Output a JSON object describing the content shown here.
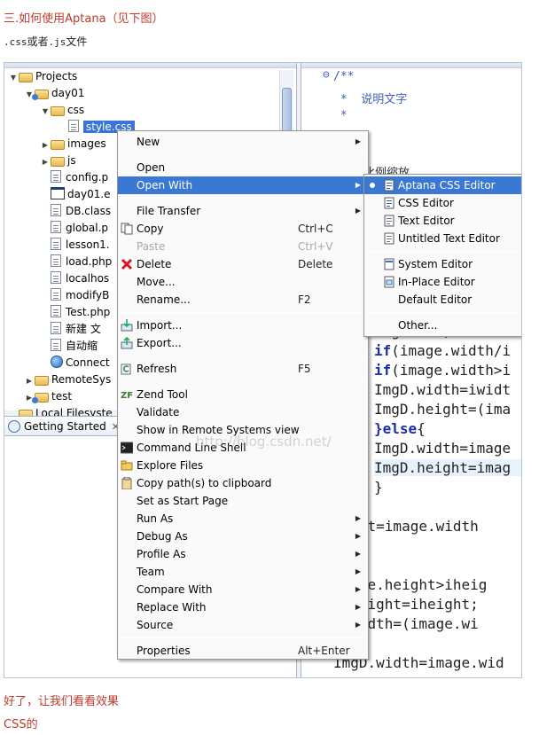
{
  "article": {
    "heading": "三.如何使用Aptana（见下图）",
    "subline_mono": ".css",
    "subline_mid": "或者",
    "subline_mono2": ".js",
    "subline_end": "文件",
    "bottom1": "好了，让我们看看效果",
    "bottom2": "CSS的"
  },
  "explorer": {
    "tree": [
      {
        "label": "Projects",
        "icon": "folder-icon",
        "twisty": "▼"
      },
      {
        "label": "day01",
        "icon": "project-icon",
        "twisty": "▼"
      },
      {
        "label": "css",
        "icon": "folder-icon",
        "twisty": "▼"
      },
      {
        "label": "style.css",
        "icon": "file-icon",
        "twisty": "",
        "selected": true
      },
      {
        "label": "images",
        "icon": "folder-icon",
        "twisty": "▶"
      },
      {
        "label": "js",
        "icon": "folder-icon",
        "twisty": "▶"
      },
      {
        "label": "config.p",
        "icon": "file-icon",
        "twisty": ""
      },
      {
        "label": "day01.e",
        "icon": "window-icon",
        "twisty": ""
      },
      {
        "label": "DB.class",
        "icon": "file-icon",
        "twisty": ""
      },
      {
        "label": "global.p",
        "icon": "file-icon",
        "twisty": ""
      },
      {
        "label": "lesson1.",
        "icon": "file-icon",
        "twisty": ""
      },
      {
        "label": "load.php",
        "icon": "file-icon",
        "twisty": ""
      },
      {
        "label": "localhos",
        "icon": "file-icon",
        "twisty": ""
      },
      {
        "label": "modifyB",
        "icon": "file-icon",
        "twisty": ""
      },
      {
        "label": "Test.php",
        "icon": "file-icon",
        "twisty": ""
      },
      {
        "label": "新建 文",
        "icon": "file-icon",
        "twisty": ""
      },
      {
        "label": "自动缩",
        "icon": "file-icon",
        "twisty": ""
      },
      {
        "label": "Connect",
        "icon": "globe-icon",
        "twisty": ""
      },
      {
        "label": "RemoteSys",
        "icon": "folder-icon",
        "twisty": "▶"
      },
      {
        "label": "test",
        "icon": "project-icon",
        "twisty": "▶"
      },
      {
        "label": "Local Filesyste",
        "icon": "folder-icon",
        "twisty": ""
      }
    ],
    "bottom_tab": "Getting Started",
    "bottom_tab_close": "✕"
  },
  "editor": {
    "comment_lines": [
      "/**",
      " *  说明文字",
      " *"
    ],
    "partial_top": "比例缩放",
    "code_lines": [
      {
        "kw": "",
        "text": "Imgu.src,"
      },
      {
        "kw": "if",
        "text": "(image.width/i"
      },
      {
        "kw": "if",
        "text": "(image.width>i"
      },
      {
        "kw": "",
        "text": "ImgD.width=iwidt"
      },
      {
        "kw": "",
        "text": "ImgD.height=(ima"
      },
      {
        "kw": "}else",
        "text": "{"
      },
      {
        "kw": "",
        "text": "ImgD.width=image"
      },
      {
        "kw": "",
        "text": "ImgD.height=imag"
      },
      {
        "kw": "",
        "text": "}"
      },
      {
        "kw": "",
        "text": ""
      },
      {
        "kw": "",
        "text": ").alt=image.width"
      },
      {
        "kw": "",
        "text": ""
      },
      {
        "kw": "e",
        "text": "{"
      },
      {
        "kw": "",
        "text": "image.height>iheig"
      },
      {
        "kw": "",
        "text": ").height=iheight;"
      },
      {
        "kw": "",
        "text": ").width=(image.wi"
      },
      {
        "kw": "se",
        "text": "{"
      },
      {
        "kw": "",
        "text": "ImgD.width=image.wid"
      }
    ]
  },
  "context_menu": {
    "items": [
      {
        "type": "item",
        "label": "New",
        "accel": "",
        "submenu": true,
        "icon": ""
      },
      {
        "type": "sep"
      },
      {
        "type": "item",
        "label": "Open",
        "accel": "",
        "submenu": false,
        "icon": ""
      },
      {
        "type": "item",
        "label": "Open With",
        "accel": "",
        "submenu": true,
        "icon": "",
        "highlighted": true
      },
      {
        "type": "sep"
      },
      {
        "type": "item",
        "label": "File Transfer",
        "accel": "",
        "submenu": true,
        "icon": ""
      },
      {
        "type": "item",
        "label": "Copy",
        "accel": "Ctrl+C",
        "submenu": false,
        "icon": "copy-icon"
      },
      {
        "type": "item",
        "label": "Paste",
        "accel": "Ctrl+V",
        "submenu": false,
        "icon": "",
        "disabled": true
      },
      {
        "type": "item",
        "label": "Delete",
        "accel": "Delete",
        "submenu": false,
        "icon": "delete-icon"
      },
      {
        "type": "item",
        "label": "Move...",
        "accel": "",
        "submenu": false,
        "icon": ""
      },
      {
        "type": "item",
        "label": "Rename...",
        "accel": "F2",
        "submenu": false,
        "icon": ""
      },
      {
        "type": "sep"
      },
      {
        "type": "item",
        "label": "Import...",
        "accel": "",
        "submenu": false,
        "icon": "import-icon"
      },
      {
        "type": "item",
        "label": "Export...",
        "accel": "",
        "submenu": false,
        "icon": "export-icon"
      },
      {
        "type": "sep"
      },
      {
        "type": "item",
        "label": "Refresh",
        "accel": "F5",
        "submenu": false,
        "icon": "refresh-icon"
      },
      {
        "type": "sep"
      },
      {
        "type": "item",
        "label": "Zend Tool",
        "accel": "",
        "submenu": false,
        "icon": "zend-icon"
      },
      {
        "type": "item",
        "label": "Validate",
        "accel": "",
        "submenu": false,
        "icon": ""
      },
      {
        "type": "item",
        "label": "Show in Remote Systems view",
        "accel": "",
        "submenu": false,
        "icon": ""
      },
      {
        "type": "item",
        "label": "Command Line Shell",
        "accel": "",
        "submenu": false,
        "icon": "terminal-icon"
      },
      {
        "type": "item",
        "label": "Explore Files",
        "accel": "",
        "submenu": false,
        "icon": "explore-icon"
      },
      {
        "type": "item",
        "label": "Copy path(s) to clipboard",
        "accel": "",
        "submenu": false,
        "icon": "clipboard-icon"
      },
      {
        "type": "item",
        "label": "Set as Start Page",
        "accel": "",
        "submenu": false,
        "icon": ""
      },
      {
        "type": "item",
        "label": "Run As",
        "accel": "",
        "submenu": true,
        "icon": ""
      },
      {
        "type": "item",
        "label": "Debug As",
        "accel": "",
        "submenu": true,
        "icon": ""
      },
      {
        "type": "item",
        "label": "Profile As",
        "accel": "",
        "submenu": true,
        "icon": ""
      },
      {
        "type": "item",
        "label": "Team",
        "accel": "",
        "submenu": true,
        "icon": ""
      },
      {
        "type": "item",
        "label": "Compare With",
        "accel": "",
        "submenu": true,
        "icon": ""
      },
      {
        "type": "item",
        "label": "Replace With",
        "accel": "",
        "submenu": true,
        "icon": ""
      },
      {
        "type": "item",
        "label": "Source",
        "accel": "",
        "submenu": true,
        "icon": ""
      },
      {
        "type": "sep"
      },
      {
        "type": "item",
        "label": "Properties",
        "accel": "Alt+Enter",
        "submenu": false,
        "icon": ""
      }
    ]
  },
  "open_with_menu": {
    "items": [
      {
        "type": "item",
        "label": "Aptana CSS Editor",
        "highlighted": true,
        "icon": "css-file-icon",
        "radio": true
      },
      {
        "type": "item",
        "label": "CSS Editor",
        "icon": "css-file-icon"
      },
      {
        "type": "item",
        "label": "Text Editor",
        "icon": "text-file-icon"
      },
      {
        "type": "item",
        "label": "Untitled Text Editor",
        "icon": "text-file-icon"
      },
      {
        "type": "sep"
      },
      {
        "type": "item",
        "label": "System Editor",
        "icon": "system-editor-icon"
      },
      {
        "type": "item",
        "label": "In-Place Editor",
        "icon": "inplace-editor-icon"
      },
      {
        "type": "item",
        "label": "Default Editor",
        "icon": ""
      },
      {
        "type": "sep"
      },
      {
        "type": "item",
        "label": "Other...",
        "icon": ""
      }
    ]
  },
  "watermark": "http://blog.csdn.net/",
  "colors": {
    "highlight": "#3b78d4",
    "selection": "#3875d7",
    "article_red": "#c0392b",
    "keyword": "#1a2ea8",
    "comment": "#3f5fbf"
  }
}
